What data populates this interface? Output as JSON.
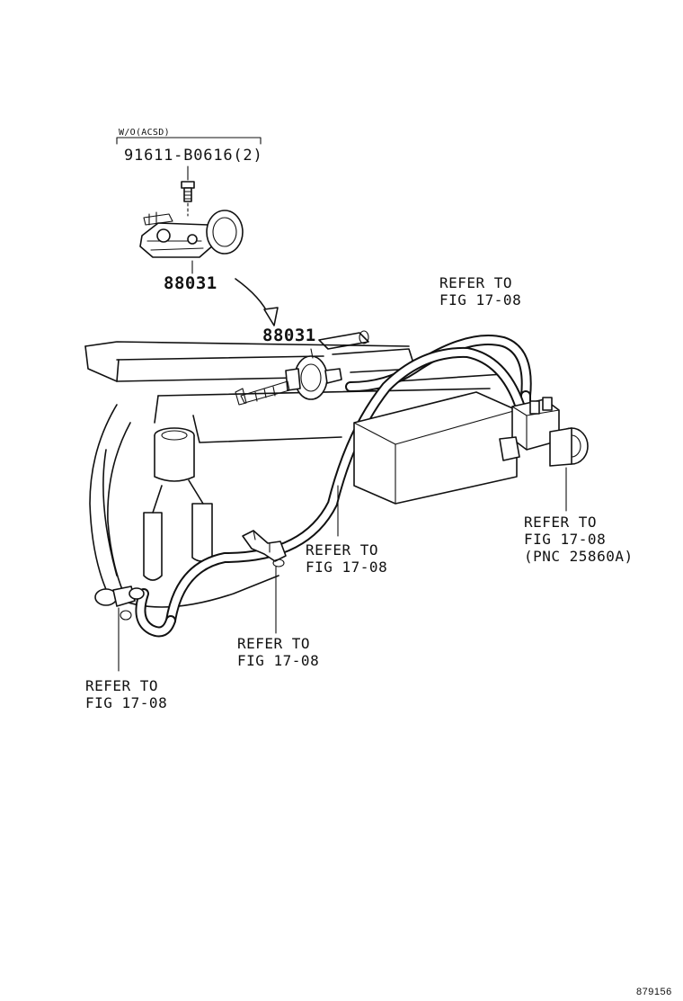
{
  "header": {
    "condition": "W/O(ACSD)",
    "part_number": "91611-B0616(2)"
  },
  "parts": {
    "upper_part": "88031",
    "installed_part": "88031"
  },
  "callouts": {
    "top_right": [
      "REFER TO",
      "FIG 17-08"
    ],
    "right": [
      "REFER TO",
      "FIG 17-08",
      "(PNC 25860A)"
    ],
    "middle": [
      "REFER TO",
      "FIG 17-08"
    ],
    "bracket": [
      "REFER TO",
      "FIG 17-08"
    ],
    "left": [
      "REFER TO",
      "FIG 17-08"
    ]
  },
  "footer": {
    "illustration_id": "879156"
  }
}
